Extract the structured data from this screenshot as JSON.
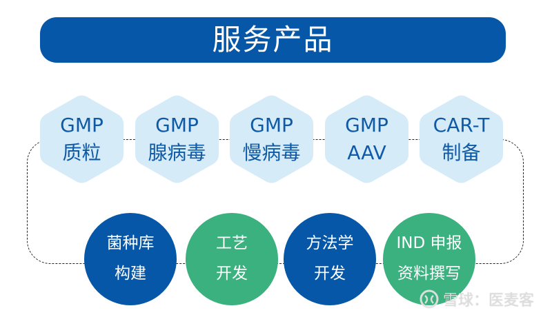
{
  "header": {
    "title": "服务产品",
    "color": "#0757A8"
  },
  "hexagons": [
    {
      "line1": "GMP",
      "line2": "质粒"
    },
    {
      "line1": "GMP",
      "line2": "腺病毒"
    },
    {
      "line1": "GMP",
      "line2": "慢病毒"
    },
    {
      "line1": "GMP",
      "line2": "AAV"
    },
    {
      "line1": "CAR-T",
      "line2": "制备"
    }
  ],
  "circles": [
    {
      "line1": "菌种库",
      "line2": "构建",
      "color": "#0757A8"
    },
    {
      "line1": "工艺",
      "line2": "开发",
      "color": "#3BB17F"
    },
    {
      "line1": "方法学",
      "line2": "开发",
      "color": "#0757A8"
    },
    {
      "line1": "IND 申报",
      "line2": "资料撰写",
      "color": "#3BB17F"
    }
  ],
  "colors": {
    "hexagon_fill": "#D6EBF8",
    "hexagon_text": "#0E5AA7",
    "circle_text": "#FFFFFF",
    "connector": "#222222"
  },
  "watermark": {
    "icon": "snowball-logo-icon",
    "text": "雪球：医麦客"
  }
}
